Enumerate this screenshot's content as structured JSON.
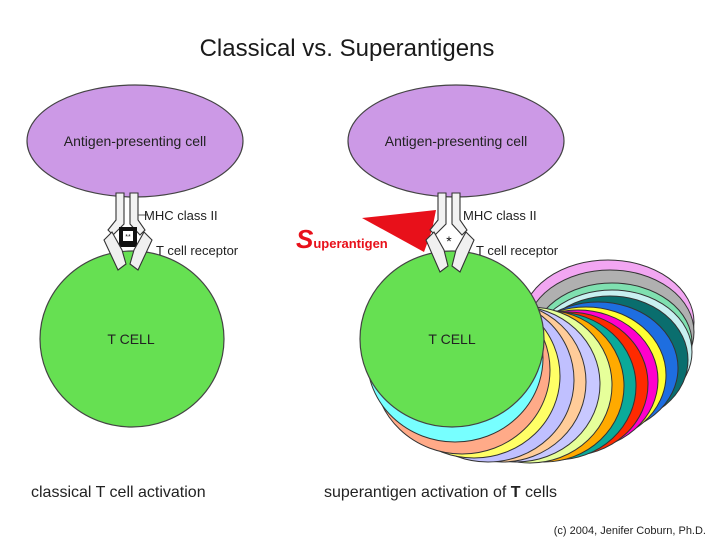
{
  "title": "Classical vs. Superantigens",
  "left_panel": {
    "apc_label": "Antigen-presenting cell",
    "mhc_label": "MHC class II",
    "tcr_label": "T cell receptor",
    "tcell_label": "T CELL",
    "caption": "classical T cell activation"
  },
  "right_panel": {
    "apc_label": "Antigen-presenting cell",
    "mhc_label": "MHC class II",
    "tcr_label": "T cell receptor",
    "tcell_label": "T CELL",
    "superantigen_initial": "S",
    "superantigen_rest": "uperantigen",
    "caption_pre": "superantigen activation of ",
    "caption_bold": "T",
    "caption_post": " cells"
  },
  "copyright": "(c) 2004, Jenifer Coburn, Ph.D.",
  "colors": {
    "apc_fill": "#cc99e6",
    "tcell_fill": "#66e052",
    "superantigen_red": "#e8101a",
    "stack": [
      "#f2a6f2",
      "#b0b0b0",
      "#7fe0b0",
      "#c8f0f0",
      "#0a6e6e",
      "#1e6ee0",
      "#ff00cc",
      "#ff2a00",
      "#0aaa9a",
      "#ffaa00",
      "#ffff33",
      "#c8c8ff",
      "#e6ff9a",
      "#ffcc99",
      "#c0c0ff",
      "#ffff66",
      "#ffaa88",
      "#77ffff"
    ]
  },
  "icons": {
    "antigen_peptide": "square-antigen-icon",
    "superantigen_asterisk": "asterisk-icon"
  }
}
